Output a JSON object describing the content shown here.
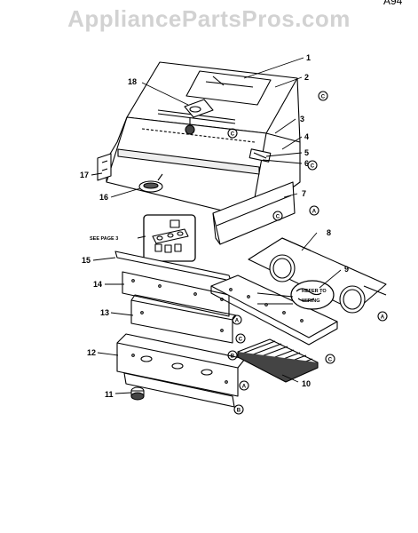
{
  "watermark": "AppliancePartsPros.com",
  "corner_mark": "A94",
  "see_page": "SEE PAGE 3",
  "wire_note_1": "REFER TO",
  "wire_note_2": "WIRING",
  "callouts": [
    "1",
    "2",
    "3",
    "4",
    "5",
    "6",
    "7",
    "8",
    "9",
    "10",
    "11",
    "12",
    "13",
    "14",
    "15",
    "16",
    "17",
    "18"
  ],
  "letter_circles": [
    "A",
    "B",
    "C"
  ]
}
